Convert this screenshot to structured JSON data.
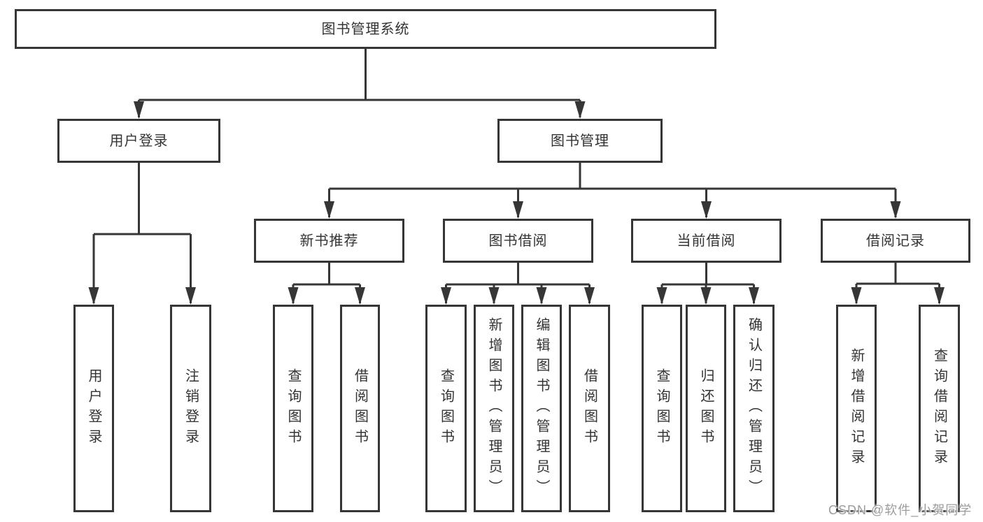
{
  "tree": {
    "label": "图书管理系统",
    "children": [
      {
        "label": "用户登录",
        "children": [
          {
            "label": "用户登录"
          },
          {
            "label": "注销登录"
          }
        ]
      },
      {
        "label": "图书管理",
        "children": [
          {
            "label": "新书推荐",
            "children": [
              {
                "label": "查询图书"
              },
              {
                "label": "借阅图书"
              }
            ]
          },
          {
            "label": "图书借阅",
            "children": [
              {
                "label": "查询图书"
              },
              {
                "label": "新增图书（管理员）"
              },
              {
                "label": "编辑图书（管理员）"
              },
              {
                "label": "借阅图书"
              }
            ]
          },
          {
            "label": "当前借阅",
            "children": [
              {
                "label": "查询图书"
              },
              {
                "label": "归还图书"
              },
              {
                "label": "确认归还（管理员）"
              }
            ]
          },
          {
            "label": "借阅记录",
            "children": [
              {
                "label": "新增借阅记录"
              },
              {
                "label": "查询借阅记录"
              }
            ]
          }
        ]
      }
    ]
  },
  "watermark": {
    "text": "CSDN @软件_小贺同学"
  },
  "colors": {
    "line": "#363636",
    "box_border": "#363636",
    "text": "#333333",
    "background": "#ffffff",
    "watermark": "#9c9c9c"
  }
}
